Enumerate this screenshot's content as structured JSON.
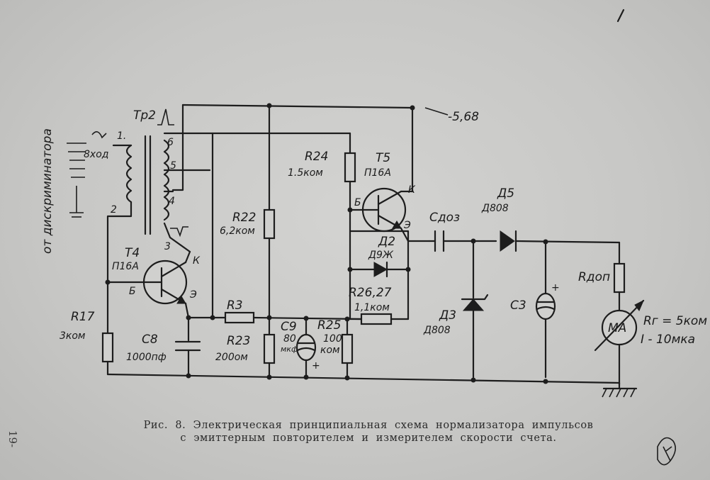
{
  "labels": {
    "input_side": "от дискриминатора",
    "transformer": "Тр2",
    "input": "8ход",
    "pin1": "1.",
    "pin2": "2",
    "pin3": "3",
    "pin4": "4",
    "pin5": "5",
    "pin6": "6",
    "t4_name": "Т4",
    "t4_type": "П16А",
    "t4_k": "К",
    "t4_b": "Б",
    "t4_e": "Э",
    "t5_name": "Т5",
    "t5_type": "П16А",
    "t5_k": "К",
    "t5_b": "Б",
    "t5_e": "Э",
    "r17_name": "R17",
    "r17_val": "3ком",
    "c8_name": "С8",
    "c8_val": "1000пф",
    "r22_name": "R22",
    "r22_val": "6,2ком",
    "r3_name": "R3",
    "r23_name": "R23",
    "r23_val": "200ом",
    "c9_name": "С9",
    "c9_val1": "80",
    "c9_val2": "мкф",
    "r25_name": "R25",
    "r25_val1": "100",
    "r25_val2": "ком",
    "r24_name": "R24",
    "r24_val": "1.5ком",
    "d2_name": "Д2",
    "d2_type": "Д9Ж",
    "r2627_name": "R26,27",
    "r2627_val": "1,1ком",
    "cdoz": "Сдоз",
    "d5_name": "Д5",
    "d5_type": "Д808",
    "d3_name": "Д3",
    "d3_type": "Д808",
    "c3_name": "С3",
    "rdop": "Rдоп",
    "meter": "МА",
    "meter_r": "Rг = 5ком",
    "meter_i": "I - 10мка",
    "supply": "-5,68",
    "plus1": "+",
    "plus2": "+"
  },
  "caption": {
    "line1": "Рис. 8. Электрическая принципиальная схема нормализатора импульсов",
    "line2": "с эмиттерным повторителем и измерителем скорости счета."
  },
  "page_number": "19-"
}
